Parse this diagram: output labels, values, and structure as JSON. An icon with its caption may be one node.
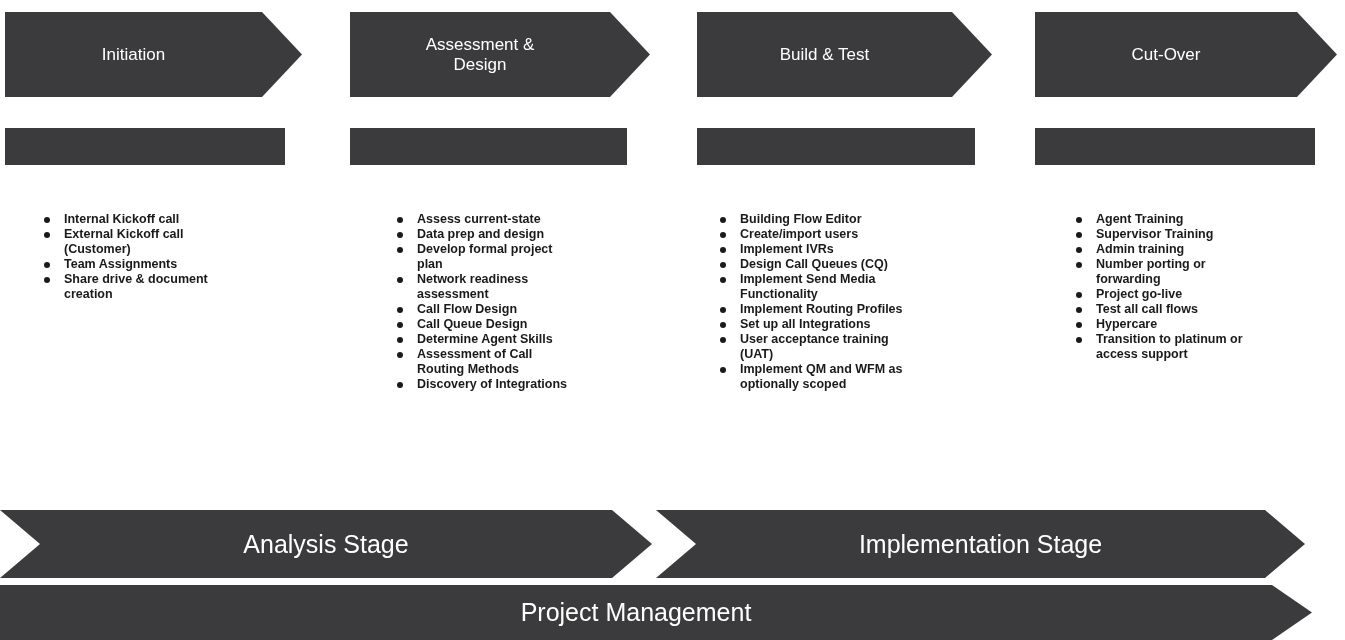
{
  "diagram": {
    "nodes": [
      {
        "text": [
          "Initiation"
        ]
      },
      {
        "text": [
          "Assessment & Design"
        ]
      },
      {
        "text": [
          "Build & Test"
        ]
      },
      {
        "text": [
          "Cut-Over"
        ]
      },
      {
        "text": [],
        "shape": "bar",
        "beside": [
          "Internal Kickoff call",
          "External Kickoff call (Customer)",
          "Team Assignments",
          "Share drive & document creation"
        ]
      },
      {
        "text": [],
        "shape": "bar",
        "beside": [
          "Assess current-state",
          "Data prep and design",
          "Develop formal project plan",
          "Network readiness assessment",
          "Call Flow Design",
          "Call Queue Design",
          "Determine Agent Skills",
          "Assessment of Call Routing Methods",
          "Discovery of Integrations"
        ]
      },
      {
        "text": [],
        "shape": "bar",
        "beside": [
          "Building Flow Editor",
          "Create/import users",
          "Implement IVRs",
          "Design Call Queues (CQ)",
          "Implement Send Media Functionality",
          "Implement Routing Profiles",
          "Set up all Integrations",
          "User acceptance training (UAT)",
          "Implement QM and WFM as optionally scoped"
        ]
      },
      {
        "text": [],
        "shape": "bar",
        "beside": [
          "Agent Training",
          "Supervisor Training",
          "Admin training",
          "Number porting or forwarding",
          "Project go-live",
          "Test all call flows",
          "Hypercare",
          "Transition to platinum or access support"
        ]
      },
      {
        "text": [
          "Analysis Stage"
        ]
      },
      {
        "text": [
          "Implementation Stage"
        ]
      },
      {
        "text": [
          "Project Management"
        ]
      }
    ],
    "edges": []
  }
}
